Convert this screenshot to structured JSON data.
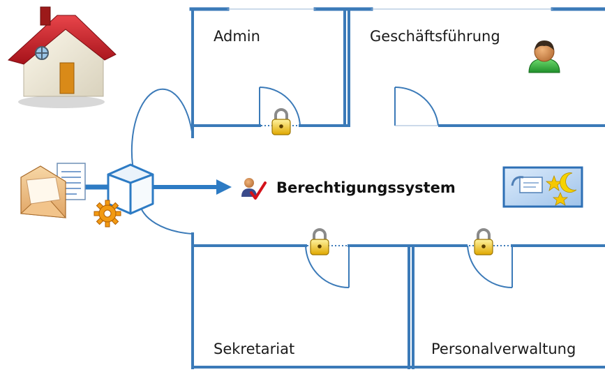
{
  "rooms": {
    "admin": "Admin",
    "management": "Geschäftsführung",
    "secretariat": "Sekretariat",
    "personnel": "Personalverwaltung"
  },
  "center_label": "Berechtigungssystem",
  "icons": [
    "house-icon",
    "email-document-icon",
    "gear-icon",
    "cube-icon",
    "user-check-icon",
    "message-night-icon",
    "user-icon",
    "lock-icon"
  ],
  "colors": {
    "wall": "#3b7ab8",
    "wall_fill": "#6a9cc9",
    "arrow": "#2d7bc4",
    "lock": "#f2c100",
    "roof": "#c2181c"
  }
}
